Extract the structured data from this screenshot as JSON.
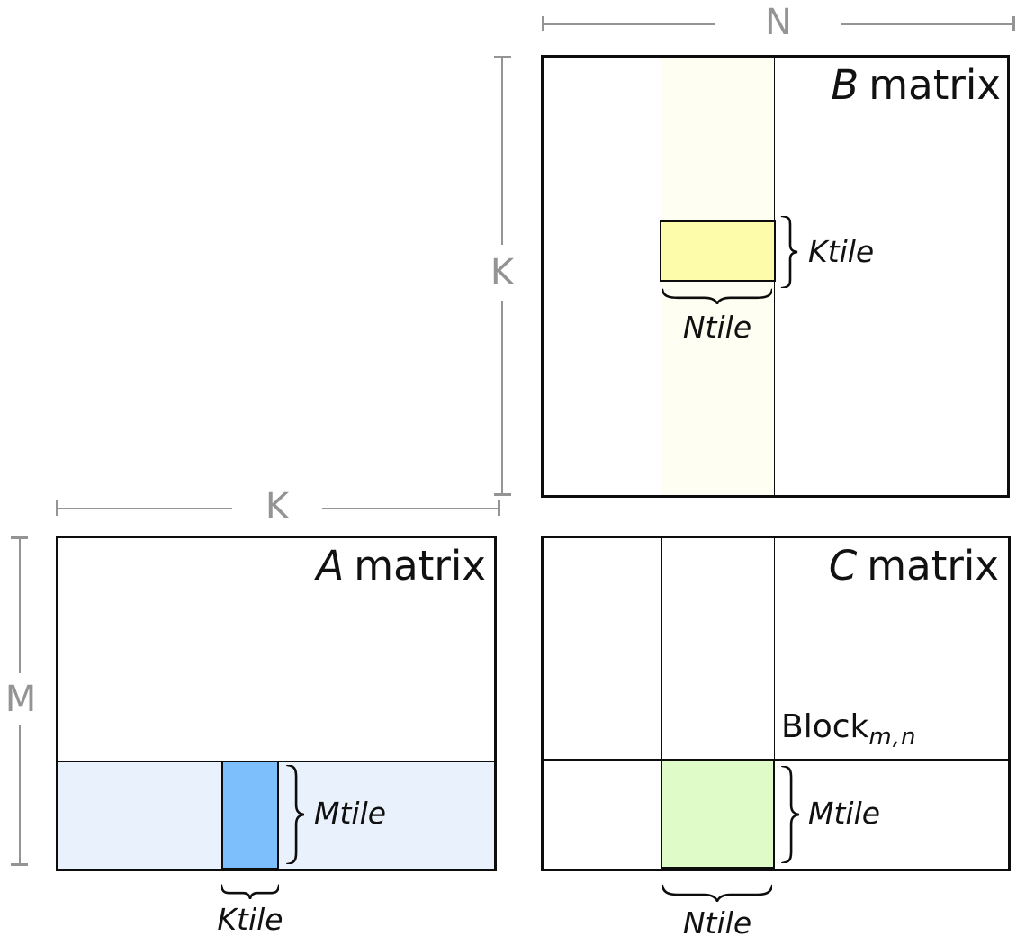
{
  "colors": {
    "border_black": "#0d0d0d",
    "dim_gray": "#949494",
    "strip_ivory": "#fffef2",
    "tile_yellow": "#fcfcaa",
    "strip_lightblue": "#e9f2fc",
    "tile_blue": "#7dbefc",
    "tile_green": "#dffcc8"
  },
  "dimensions": {
    "n_label": "N",
    "k_vertical_label": "K",
    "k_horizontal_label": "K",
    "m_label": "M"
  },
  "b_matrix": {
    "title_letter": "B",
    "title_word": "matrix",
    "ktile_label": "Ktile",
    "ntile_label": "Ntile"
  },
  "a_matrix": {
    "title_letter": "A",
    "title_word": "matrix",
    "mtile_label": "Mtile",
    "ktile_label": "Ktile"
  },
  "c_matrix": {
    "title_letter": "C",
    "title_word": "matrix",
    "block_label": "Block",
    "block_subscript": "m,n",
    "mtile_label": "Mtile",
    "ntile_label": "Ntile"
  }
}
